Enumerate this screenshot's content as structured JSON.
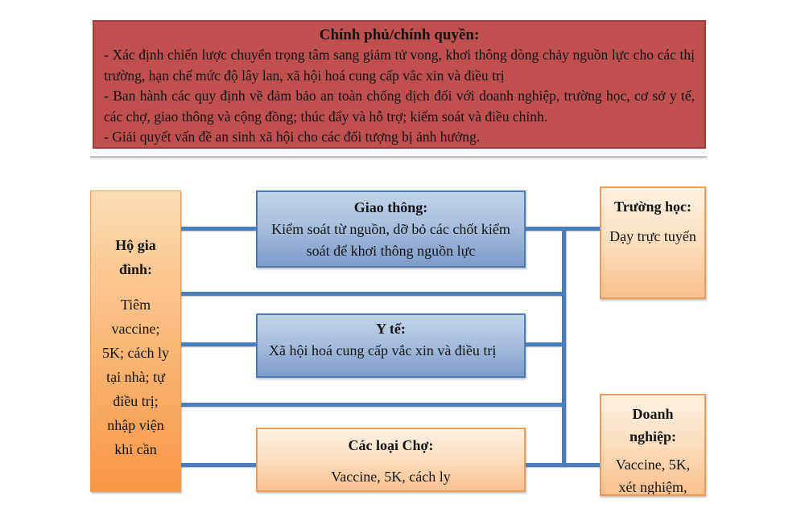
{
  "government": {
    "title": "Chính phủ/chính quyền:",
    "items": [
      "- Xác định chiến lược chuyển trọng tâm sang giảm tử vong, khơi thông dòng chảy nguồn lực cho các thị trường, hạn chế mức độ lây lan, xã hội hoá cung cấp vắc xin và điều trị",
      "- Ban hành các quy định về đảm bảo an toàn chống dịch đối với doanh nghiệp, trường học, cơ sở y tế, các chợ, giao thông và cộng đồng; thúc đẩy và hỗ trợ; kiểm soát và điều chỉnh.",
      "- Giải quyết vấn đề an sinh xã hội cho các đối tượng bị ảnh hưởng."
    ]
  },
  "household": {
    "title": "Hộ gia đình:",
    "body": "Tiêm vaccine; 5K; cách ly tại nhà; tự điều trị; nhập viện khi cần"
  },
  "transport": {
    "title": "Giao thông:",
    "body": "Kiểm soát từ nguồn, dỡ bỏ các chốt kiểm soát để khơi thông nguồn lực"
  },
  "health": {
    "title": "Y tế:",
    "body": "Xã hội hoá cung cấp vắc xin và điều trị"
  },
  "market": {
    "title": "Các loại Chợ:",
    "body": "Vaccine, 5K, cách ly"
  },
  "school": {
    "title": "Trường học:",
    "body": "Dạy trực tuyến"
  },
  "business": {
    "title": "Doanh nghiệp:",
    "body": "Vaccine, 5K, xét nghiệm,"
  },
  "colors": {
    "government_fill": "#C0504D",
    "government_border": "#A43B38",
    "blue_node_top": "#C3D4EB",
    "blue_node_bottom": "#7C9CCA",
    "blue_node_border": "#4B7CB8",
    "orange_strong_top": "#FCDCB6",
    "orange_strong_bottom": "#F79646",
    "orange_light_top": "#FDF2E3",
    "orange_light_bottom": "#FAC191",
    "orange_border": "#ED9C58",
    "connector": "#4A7EBB",
    "divider": "#C8C8C8",
    "text": "#141414"
  }
}
